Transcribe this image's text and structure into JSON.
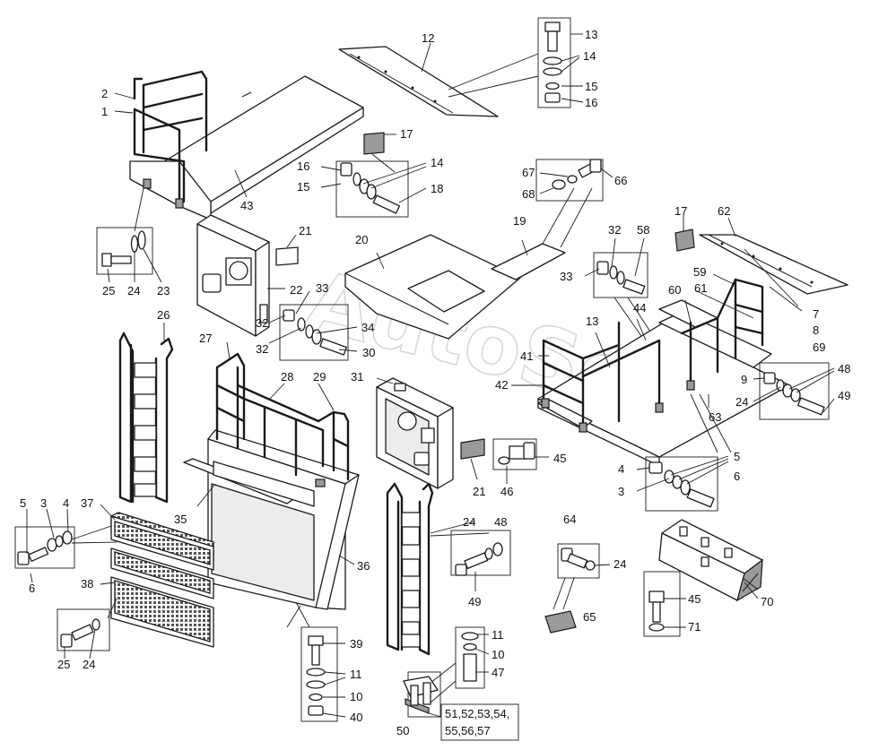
{
  "title": "",
  "watermark": "AutoSoft",
  "colors": {
    "line": "#1a1a1a",
    "background": "#ffffff",
    "watermark": "#b9b9b9"
  },
  "callouts": {
    "c1": "1",
    "c2": "2",
    "c3a": "3",
    "c3b": "3",
    "c4a": "4",
    "c4b": "4",
    "c5a": "5",
    "c5b": "5",
    "c6a": "6",
    "c6b": "6",
    "c7": "7",
    "c8": "8",
    "c9": "9",
    "c10a": "10",
    "c10b": "10",
    "c11a": "11",
    "c11b": "11",
    "c12": "12",
    "c13a": "13",
    "c13b": "13",
    "c14a": "14",
    "c14b": "14",
    "c15a": "15",
    "c15b": "15",
    "c16a": "16",
    "c16b": "16",
    "c17a": "17",
    "c17b": "17",
    "c18": "18",
    "c19": "19",
    "c20": "20",
    "c21a": "21",
    "c21b": "21",
    "c22": "22",
    "c23": "23",
    "c24a": "24",
    "c24b": "24",
    "c24c": "24",
    "c24d": "24",
    "c24e": "24",
    "c25a": "25",
    "c25b": "25",
    "c26": "26",
    "c27": "27",
    "c28": "28",
    "c29": "29",
    "c30": "30",
    "c31": "31",
    "c32a": "32",
    "c32b": "32",
    "c33a": "33",
    "c33b": "33",
    "c34": "34",
    "c35": "35",
    "c36": "36",
    "c37": "37",
    "c38": "38",
    "c39": "39",
    "c40": "40",
    "c41": "41",
    "c42": "42",
    "c43": "43",
    "c44": "44",
    "c45a": "45",
    "c45b": "45",
    "c46": "46",
    "c47": "47",
    "c48a": "48",
    "c48b": "48",
    "c49a": "49",
    "c49b": "49",
    "c50": "50",
    "c58": "58",
    "c59": "59",
    "c60": "60",
    "c61": "61",
    "c62": "62",
    "c63": "63",
    "c64": "64",
    "c65": "65",
    "c66": "66",
    "c67": "67",
    "c68": "68",
    "c69": "69",
    "c70": "70",
    "c71": "71",
    "multi_line1": "51,52,53,54,",
    "multi_line2": "55,56,57"
  }
}
